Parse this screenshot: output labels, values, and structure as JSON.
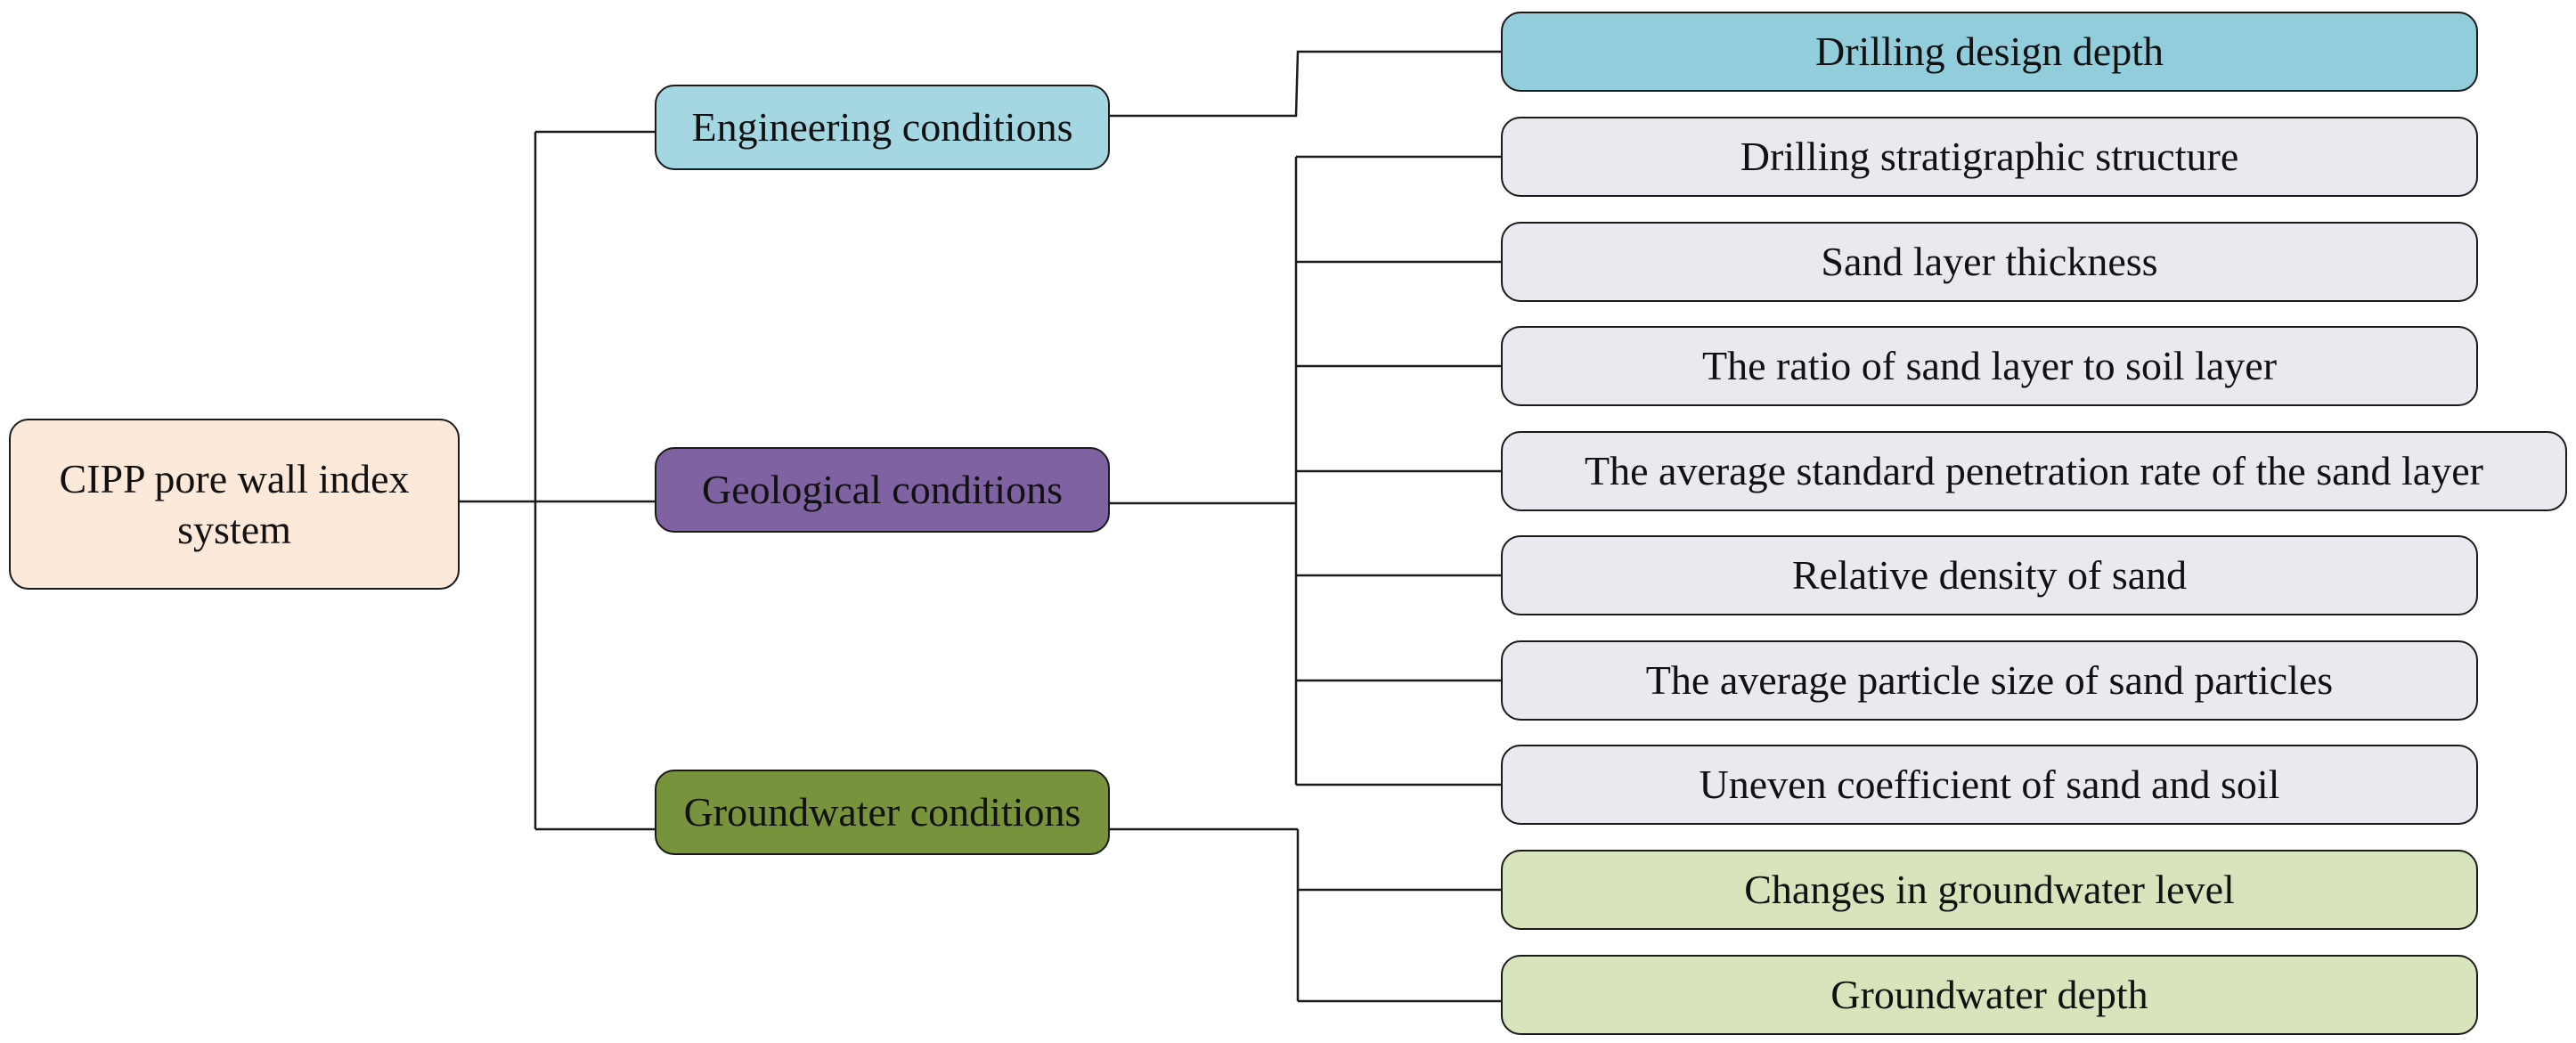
{
  "root": {
    "label": "CIPP pore wall index system"
  },
  "categories": [
    {
      "label": "Engineering conditions"
    },
    {
      "label": "Geological conditions"
    },
    {
      "label": "Groundwater conditions"
    }
  ],
  "indicators": [
    {
      "label": "Drilling design depth",
      "group": "Engineering conditions"
    },
    {
      "label": "Drilling stratigraphic structure",
      "group": "Geological conditions"
    },
    {
      "label": "Sand layer thickness",
      "group": "Geological conditions"
    },
    {
      "label": "The ratio of sand layer to soil layer",
      "group": "Geological conditions"
    },
    {
      "label": "The average standard penetration rate of the sand layer",
      "group": "Geological conditions"
    },
    {
      "label": "Relative density of sand",
      "group": "Geological conditions"
    },
    {
      "label": "The average particle size of sand particles",
      "group": "Geological conditions"
    },
    {
      "label": "Uneven coefficient of sand and soil",
      "group": "Geological conditions"
    },
    {
      "label": "Changes in groundwater level",
      "group": "Groundwater conditions"
    },
    {
      "label": "Groundwater depth",
      "group": "Groundwater conditions"
    }
  ],
  "colors": {
    "root_fill": "#fde9d9",
    "engineering_fill": "#a5d7e3",
    "geological_fill": "#7f62a1",
    "groundwater_fill": "#77933c",
    "engineering_leaf_fill": "#92cddc",
    "geological_leaf_fill": "#ebe8f0",
    "groundwater_leaf_fill": "#d8e4bc",
    "connector": "#1a1a1a"
  }
}
